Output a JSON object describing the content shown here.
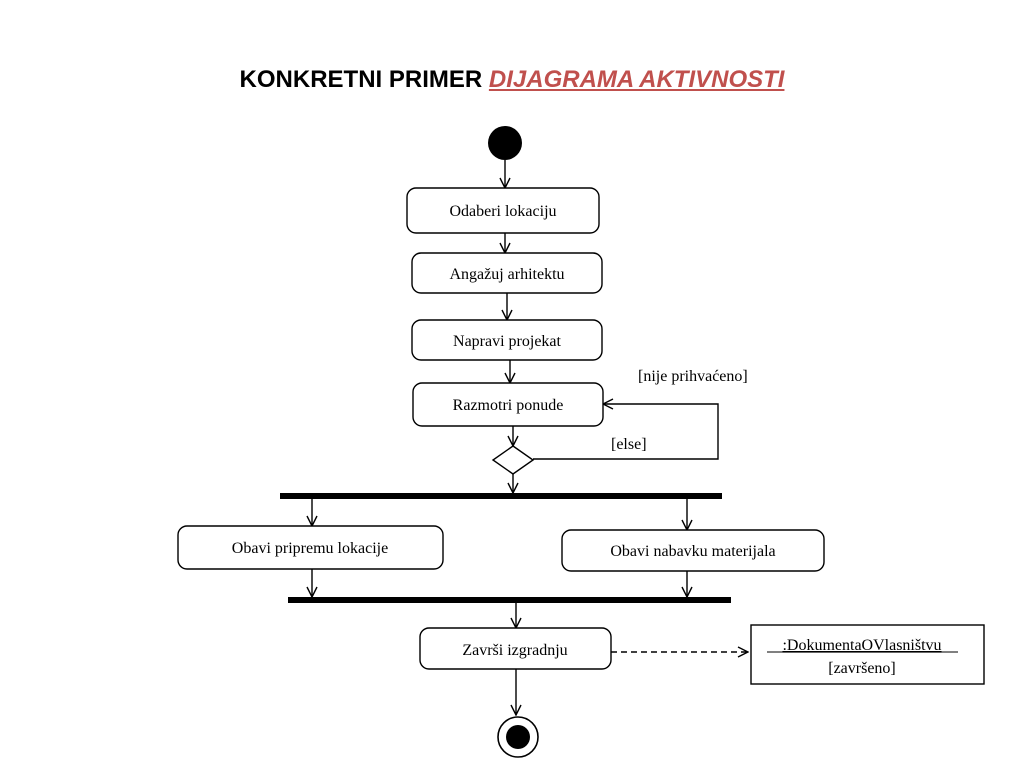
{
  "title": {
    "prefix": "KONKRETNI PRIMER",
    "link": "DIJAGRAMA AKTIVNOSTI"
  },
  "diagram": {
    "activities": {
      "select_location": "Odaberi lokaciju",
      "hire_architect": "Angažuj arhitektu",
      "make_project": "Napravi projekat",
      "consider_offers": "Razmotri ponude",
      "prepare_location": "Obavi pripremu lokacije",
      "procure_materials": "Obavi nabavku materijala",
      "finish_construction": "Završi izgradnju"
    },
    "guards": {
      "not_accepted": "[nije prihvaćeno]",
      "else": "[else]"
    },
    "object": {
      "name": ":DokumentaOVlasništvu",
      "state": "[završeno]"
    }
  }
}
